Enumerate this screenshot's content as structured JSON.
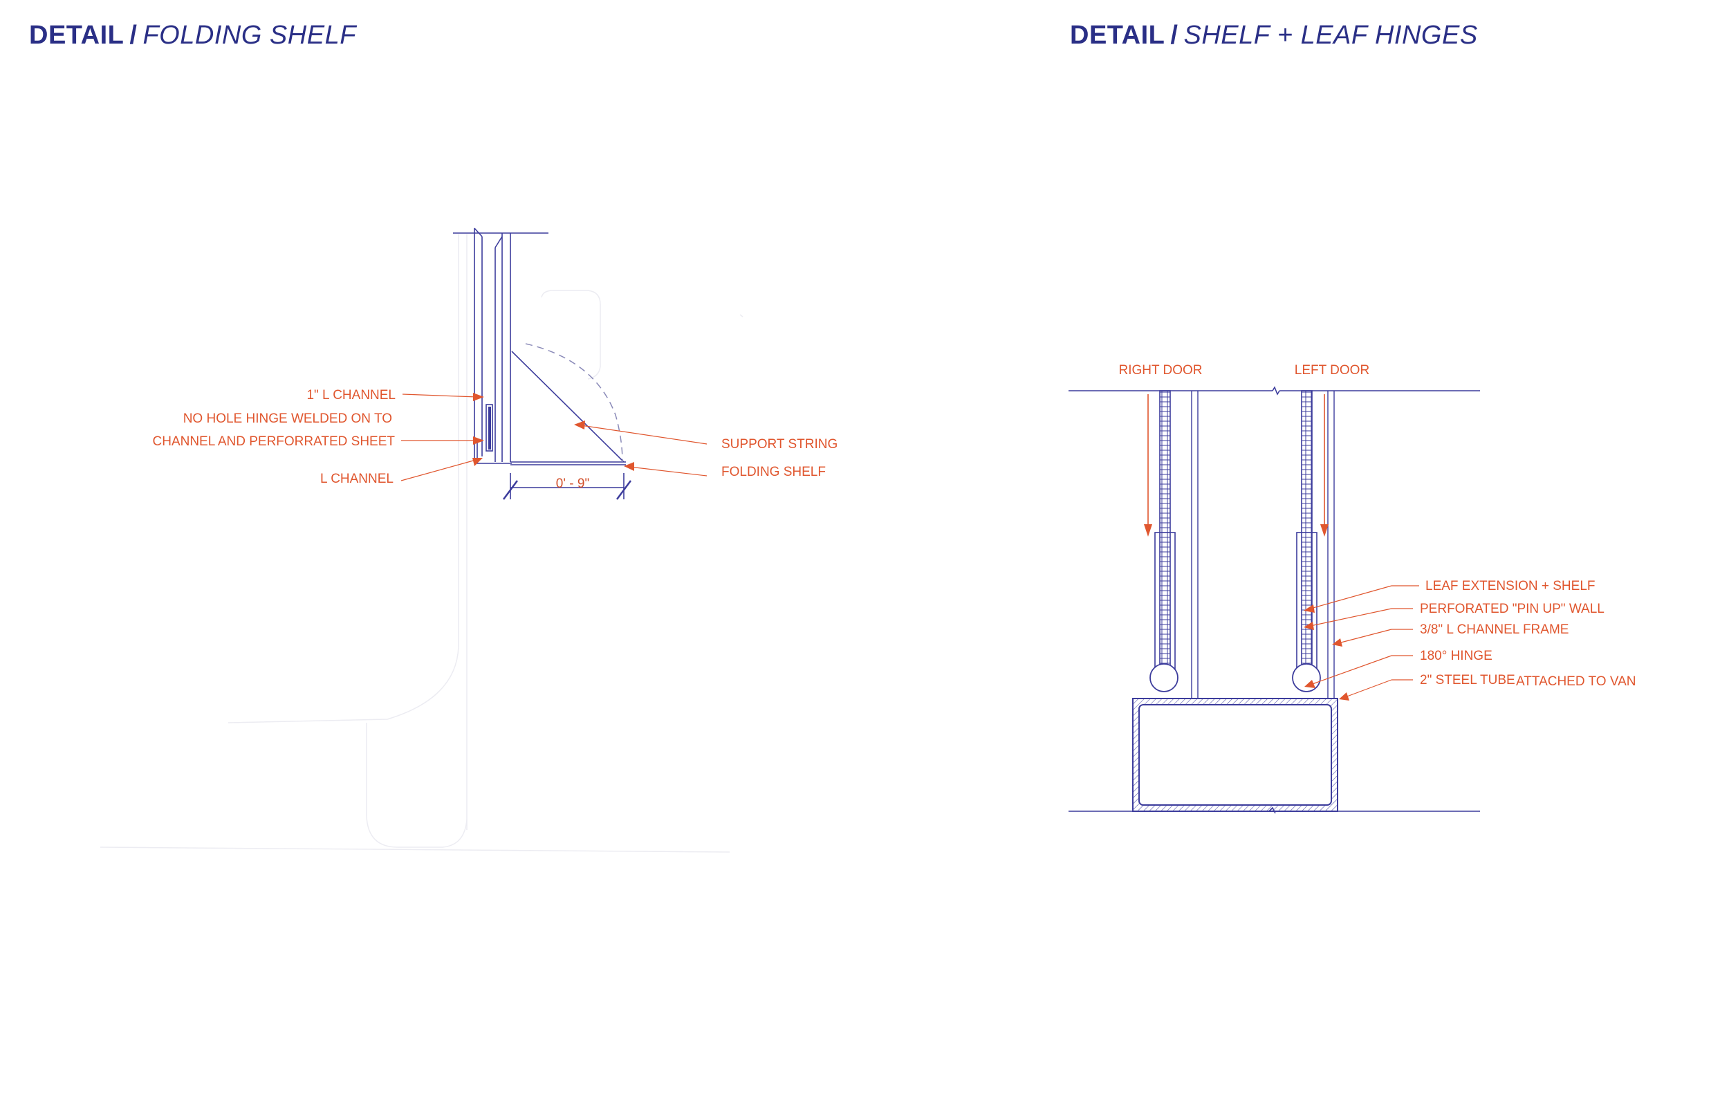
{
  "left_detail": {
    "title_bold": "DETAIL",
    "separator": "/",
    "title_sub": "FOLDING SHELF",
    "labels": {
      "l_channel_1in": "1\" L CHANNEL",
      "hinge_line1": "NO HOLE HINGE WELDED ON TO",
      "hinge_line2": "CHANNEL AND PERFORRATED SHEET",
      "l_channel": "L CHANNEL",
      "support_string": "SUPPORT STRING",
      "folding_shelf": "FOLDING SHELF",
      "dimension": "0' - 9\""
    }
  },
  "right_detail": {
    "title_bold": "DETAIL",
    "separator": "/",
    "title_sub": "SHELF + LEAF HINGES",
    "labels": {
      "right_door": "RIGHT DOOR",
      "left_door": "LEFT DOOR",
      "leaf_extension": "LEAF EXTENSION + SHELF",
      "perforated_wall": "PERFORATED \"PIN  UP\" WALL",
      "channel_frame": "3/8\" L CHANNEL FRAME",
      "hinge": "180° HINGE",
      "steel_tube": "2\" STEEL TUBE",
      "attached": "ATTACHED TO VAN"
    }
  },
  "colors": {
    "title": "#2a2f86",
    "line": "#3c3c9c",
    "annotation": "#e0562e"
  }
}
